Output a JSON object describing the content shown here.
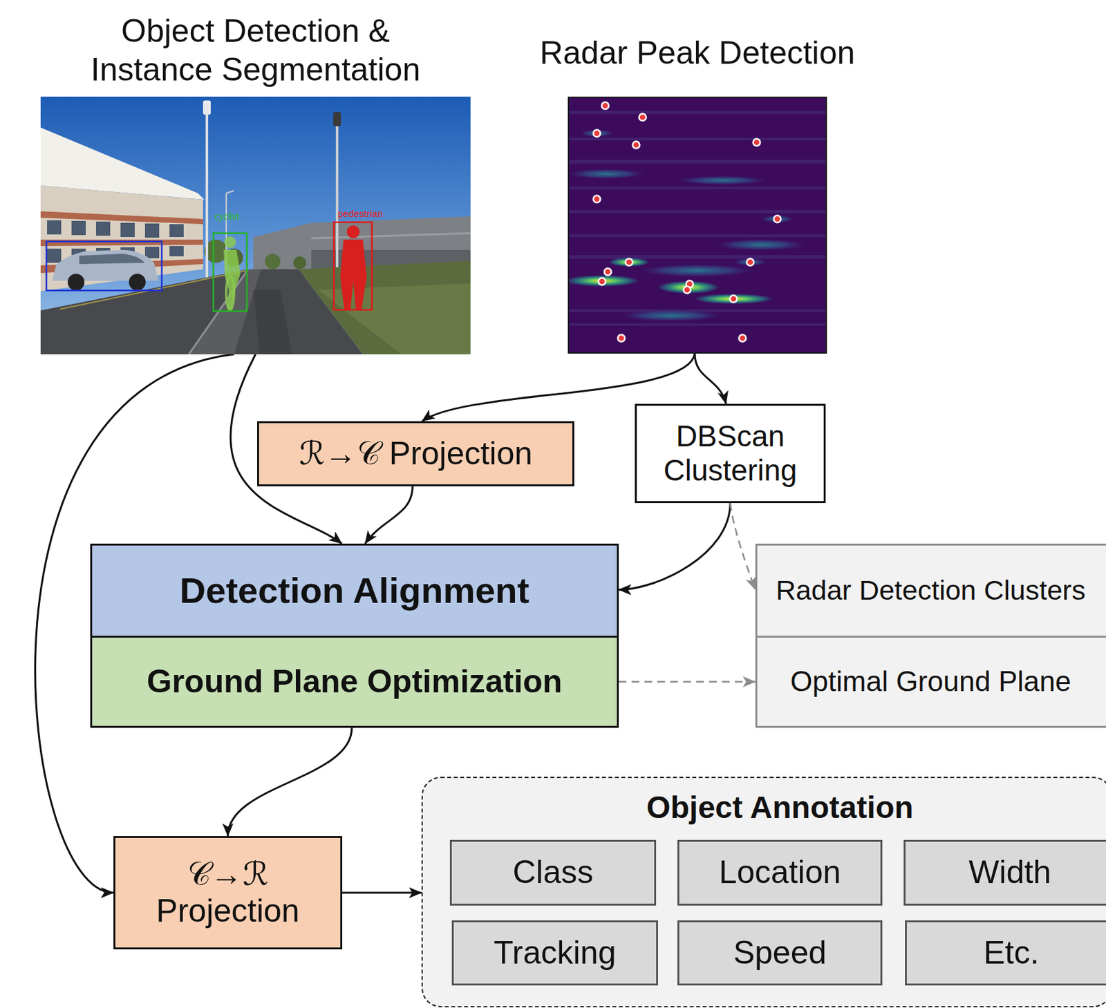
{
  "diagram": {
    "nodes": [
      {
        "text": [
          "Object Detection & Instance Segmentation"
        ]
      },
      {
        "text": [
          "Radar Peak Detection"
        ]
      },
      {
        "text": [
          "ℛ→𝒞 Projection"
        ]
      },
      {
        "text": [
          "DBScan Clustering"
        ]
      },
      {
        "text": [
          "Detection Alignment"
        ]
      },
      {
        "text": [
          "Ground Plane Optimization"
        ]
      },
      {
        "text": [
          "Radar Detection Clusters"
        ]
      },
      {
        "text": [
          "Optimal Ground Plane"
        ]
      },
      {
        "text": [
          "𝒞→ℛ Projection"
        ]
      },
      {
        "text": [
          "Object Annotation"
        ]
      },
      {
        "text": [
          "Class"
        ],
        "in": 9
      },
      {
        "text": [
          "Location"
        ],
        "in": 9
      },
      {
        "text": [
          "Width"
        ],
        "in": 9
      },
      {
        "text": [
          "Tracking"
        ],
        "in": 9
      },
      {
        "text": [
          "Speed"
        ],
        "in": 9
      },
      {
        "text": [
          "Etc."
        ],
        "in": 9
      }
    ],
    "edges": [
      {
        "from": 0,
        "to": 8,
        "arrow": "to"
      },
      {
        "from": 0,
        "to": 4,
        "arrow": "to"
      },
      {
        "from": 1,
        "to": 2,
        "arrow": "to"
      },
      {
        "from": 1,
        "to": 3,
        "arrow": "to"
      },
      {
        "from": 2,
        "to": 4,
        "arrow": "to"
      },
      {
        "from": 3,
        "to": 4,
        "arrow": "to"
      },
      {
        "from": 3,
        "to": 6,
        "arrow": "to"
      },
      {
        "from": 5,
        "to": 7,
        "arrow": "to"
      },
      {
        "from": 5,
        "to": 8,
        "arrow": "to"
      },
      {
        "from": 8,
        "to": 9,
        "arrow": "to"
      }
    ],
    "labels": [
      "cyclist",
      "pedestrian"
    ]
  }
}
